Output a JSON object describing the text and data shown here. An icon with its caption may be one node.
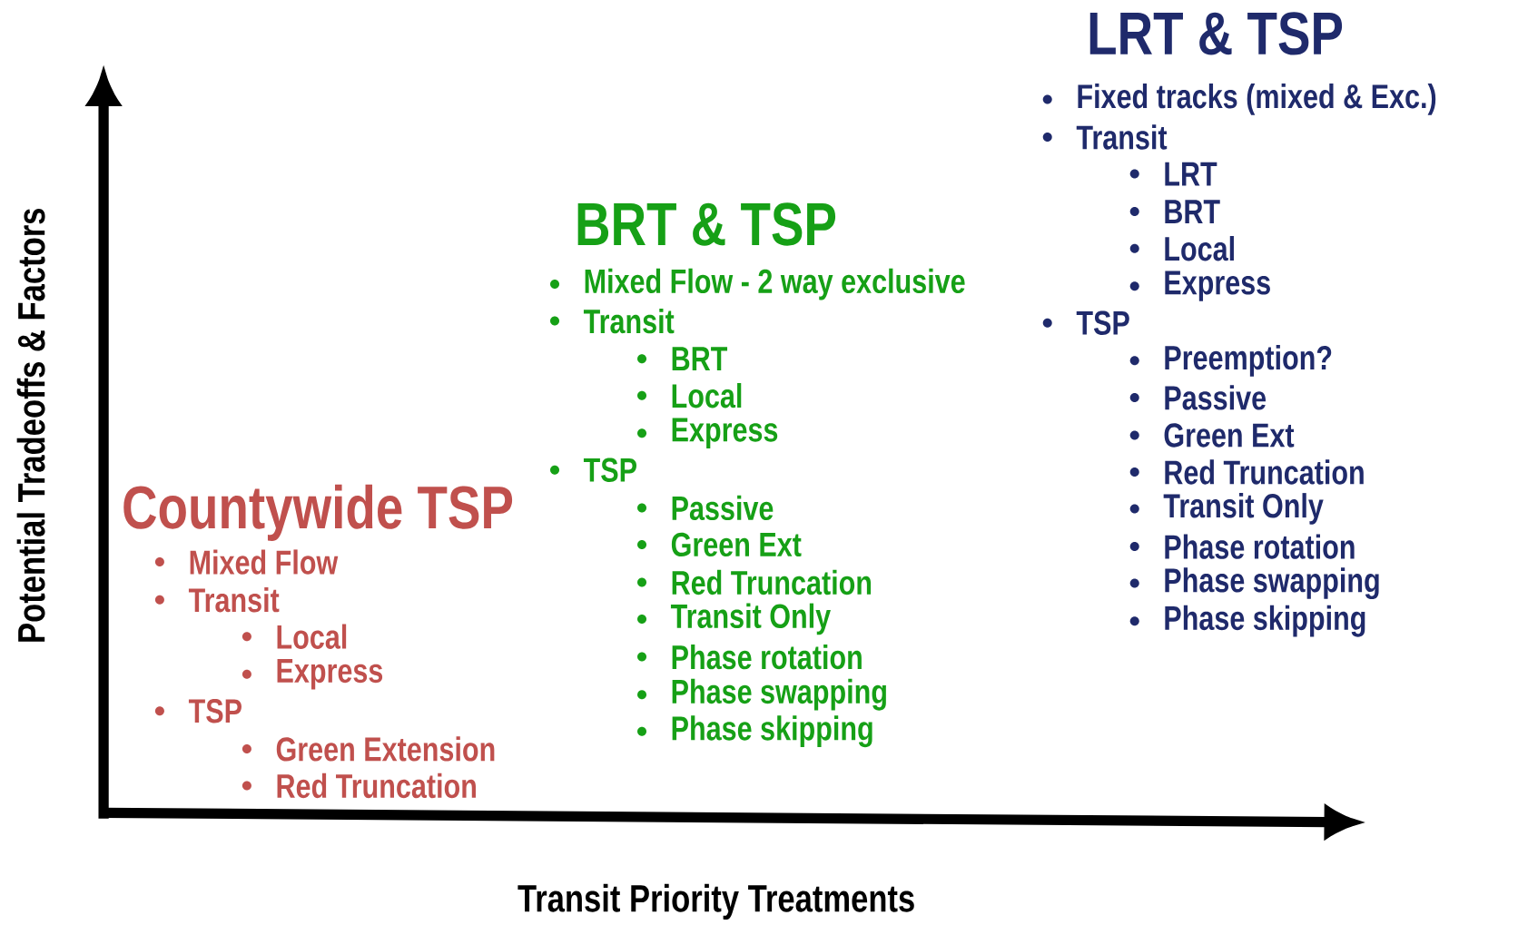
{
  "diagram": {
    "labels": [
      "LRT & TSP",
      "Fixed tracks (mixed & Exc.)",
      "Transit",
      "LRT",
      "BRT",
      "Local",
      "Express",
      "TSP",
      "Preemption?",
      "Passive",
      "Green Ext",
      "Red Truncation",
      "Transit Only",
      "Phase rotation",
      "Phase swapping",
      "Phase skipping",
      "BRT & TSP",
      "Mixed Flow - 2 way exclusive",
      "Transit",
      "BRT",
      "Local",
      "Express",
      "TSP",
      "Passive",
      "Green Ext",
      "Red Truncation",
      "Transit Only",
      "Phase rotation",
      "Phase swapping",
      "Phase skipping",
      "Potential Tradeoffs & Factors",
      "Countywide TSP",
      "Mixed Flow",
      "Transit",
      "Local",
      "Express",
      "TSP",
      "Green Extension",
      "Red Truncation",
      "Transit Priority Treatments"
    ]
  }
}
